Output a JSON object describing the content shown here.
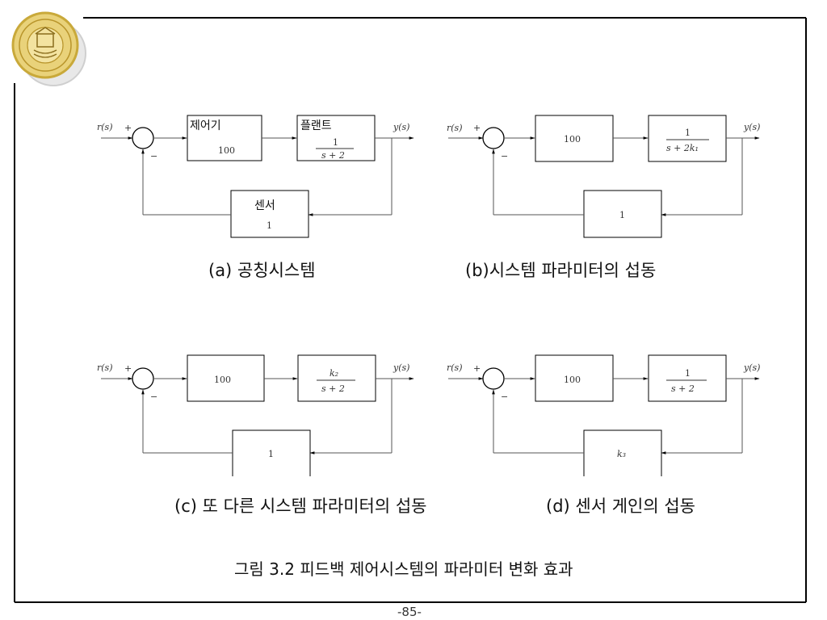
{
  "diagrams": [
    {
      "id": "a",
      "input": "r(s)",
      "output": "y(s)",
      "plus": "+",
      "minus": "−",
      "controller": {
        "title": "제어기",
        "value": "100"
      },
      "plant": {
        "title": "플랜트",
        "num": "1",
        "den": "s + 2"
      },
      "sensor": {
        "title": "센서",
        "value": "1"
      },
      "caption": "(a) 공칭시스템"
    },
    {
      "id": "b",
      "input": "r(s)",
      "output": "y(s)",
      "plus": "+",
      "minus": "−",
      "controller": {
        "title": "",
        "value": "100"
      },
      "plant": {
        "title": "",
        "num": "1",
        "den": "s + 2k₁"
      },
      "sensor": {
        "title": "",
        "value": "1"
      },
      "caption": "(b)시스템 파라미터의 섭동"
    },
    {
      "id": "c",
      "input": "r(s)",
      "output": "y(s)",
      "plus": "+",
      "minus": "−",
      "controller": {
        "title": "",
        "value": "100"
      },
      "plant": {
        "title": "",
        "num": "k₂",
        "den": "s + 2"
      },
      "sensor": {
        "title": "",
        "value": "1"
      },
      "caption": "(c) 또 다른 시스템 파라미터의 섭동"
    },
    {
      "id": "d",
      "input": "r(s)",
      "output": "y(s)",
      "plus": "+",
      "minus": "−",
      "controller": {
        "title": "",
        "value": "100"
      },
      "plant": {
        "title": "",
        "num": "1",
        "den": "s + 2"
      },
      "sensor": {
        "title": "",
        "value": "k₃"
      },
      "caption": "(d) 센서 게인의 섭동"
    }
  ],
  "figure_caption": "그림 3.2 피드백 제어시스템의 파라미터 변화 효과",
  "page_number": "-85-"
}
